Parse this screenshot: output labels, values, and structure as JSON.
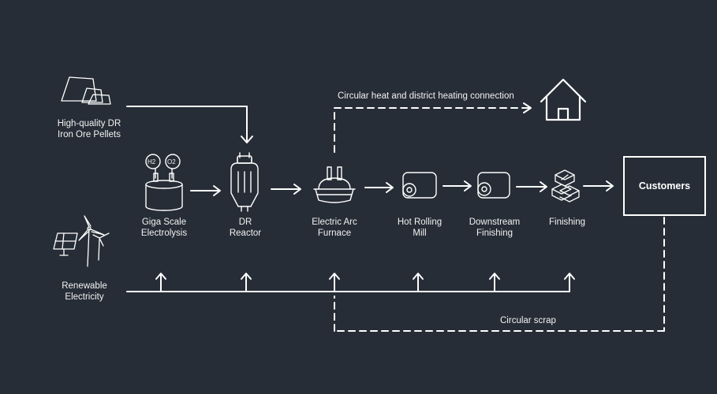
{
  "inputs": {
    "pellets": {
      "line1": "High-quality DR",
      "line2": "Iron Ore Pellets"
    },
    "electricity": {
      "line1": "Renewable",
      "line2": "Electricity"
    }
  },
  "steps": [
    {
      "line1": "Giga Scale",
      "line2": "Electrolysis"
    },
    {
      "line1": "DR",
      "line2": "Reactor"
    },
    {
      "line1": "Electric Arc",
      "line2": "Furnace"
    },
    {
      "line1": "Hot Rolling",
      "line2": "Mill"
    },
    {
      "line1": "Downstream",
      "line2": "Finishing"
    },
    {
      "line1": "Finishing",
      "line2": ""
    }
  ],
  "electrolysis_gases": {
    "h2": "H2",
    "o2": "O2"
  },
  "customers": "Customers",
  "annotations": {
    "heat": "Circular heat and district heating connection",
    "scrap": "Circular scrap"
  },
  "colors": {
    "background": "#262d36",
    "line": "#ffffff"
  }
}
